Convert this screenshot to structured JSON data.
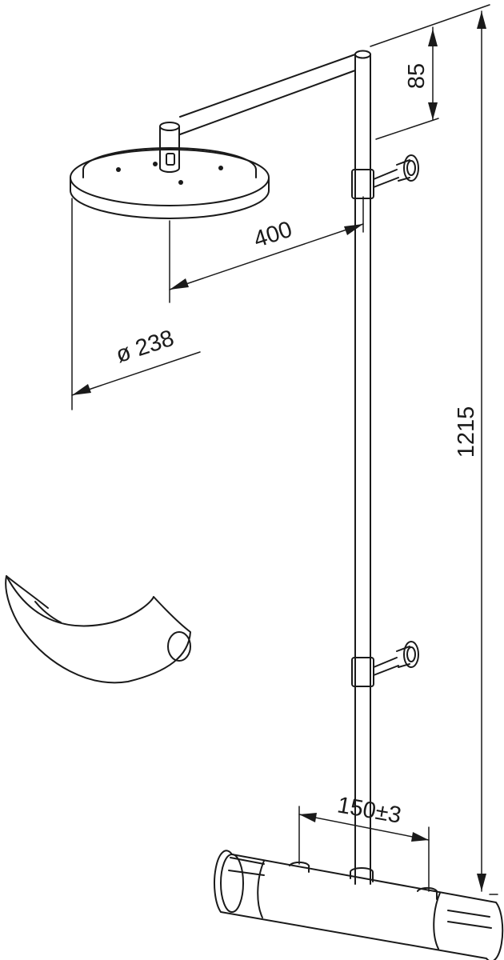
{
  "drawing": {
    "dimensions": {
      "total_height": "1215",
      "arm_drop": "85",
      "arm_length": "400",
      "head_diameter": "ø 238",
      "inlet_spacing": "150±3"
    }
  }
}
